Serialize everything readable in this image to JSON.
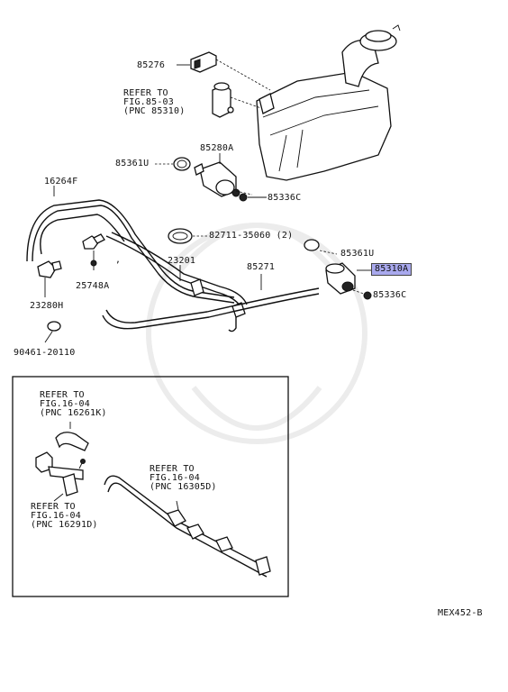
{
  "labels": {
    "p85276": "85276",
    "refer_8503": "REFER TO\nFIG.85-03\n(PNC 85310)",
    "p85361u_top": "85361U",
    "p85280a": "85280A",
    "p85336c_top": "85336C",
    "p16264f": "16264F",
    "p82711": "82711-35060 (2)",
    "p85361u_right": "85361U",
    "p85310a": "85310A",
    "p23201": "23201",
    "p85271": "85271",
    "p85336c_right": "85336C",
    "p25748a": "25748A",
    "p23280h": "23280H",
    "p90461": "90461-20110",
    "refer_1604_a": "REFER TO\nFIG.16-04\n(PNC 16261K)",
    "refer_1604_b": "REFER TO\nFIG.16-04\n(PNC 16305D)",
    "refer_1604_c": "REFER TO\nFIG.16-04\n(PNC 16291D)",
    "diagram_code": "MEX452-B",
    "comma_mark": ","
  },
  "colors": {
    "highlight": "#a9a9ee",
    "line": "#111111",
    "watermark": "#ececec"
  }
}
